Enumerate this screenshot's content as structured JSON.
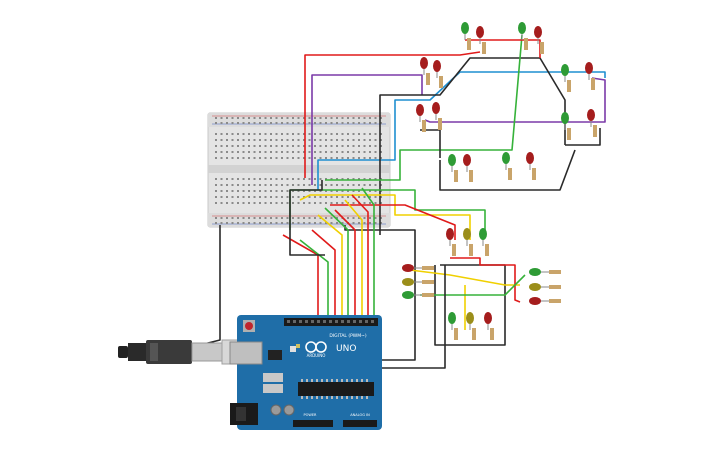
{
  "board": {
    "logo_text": "ARDUINO",
    "model_text": "UNO",
    "digital_header_label": "DIGITAL (PWM~)",
    "power_header_label": "POWER",
    "analog_header_label": "ANALOG IN"
  },
  "colors": {
    "board": "#1f6ea8",
    "breadboard": "#e4e4e4",
    "led_red": "#a51d1d",
    "led_green": "#2e9b35",
    "led_yellow": "#9b8e1a",
    "wire_red": "#e01a1a",
    "wire_green": "#36b23a",
    "wire_yellow": "#f0d000",
    "wire_blue": "#1f8fd0",
    "wire_purple": "#7b3aa8",
    "wire_black": "#2a2a2a"
  },
  "icons": [
    "usb-cable-icon",
    "reset-button-icon",
    "chip-icon",
    "power-jack-icon"
  ]
}
